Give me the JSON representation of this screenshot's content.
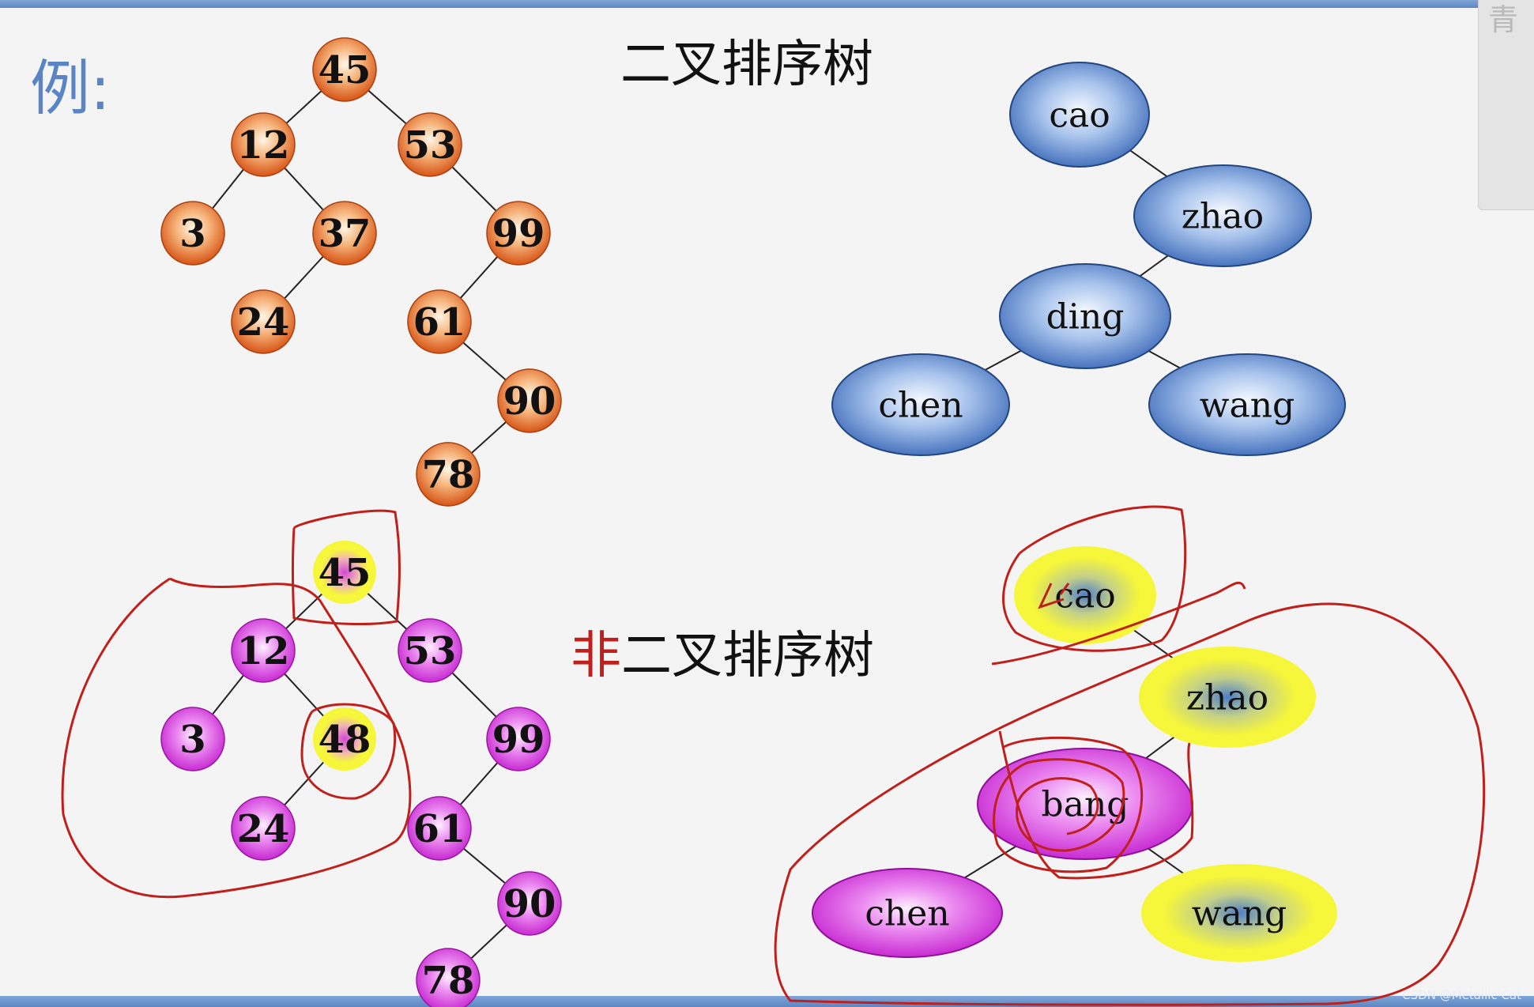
{
  "example_label": "例:",
  "title_bst": "二叉排序树",
  "title_non_prefix": "非",
  "title_non_rest": "二叉排序树",
  "watermark": "CSDN @Metallic Cat",
  "side_char": "青",
  "colors": {
    "orange_node": "#e0621c",
    "blue_node": "#3f71c0",
    "magenta_node": "#cf2bd8",
    "yellow_highlight": "#f6f63a",
    "annotation_red": "#c0201c"
  },
  "trees": [
    {
      "name": "number-bst",
      "style": "orange",
      "nodes": [
        {
          "id": "n45",
          "label": "45"
        },
        {
          "id": "n12",
          "label": "12"
        },
        {
          "id": "n53",
          "label": "53"
        },
        {
          "id": "n3",
          "label": "3"
        },
        {
          "id": "n37",
          "label": "37"
        },
        {
          "id": "n99",
          "label": "99"
        },
        {
          "id": "n24",
          "label": "24"
        },
        {
          "id": "n61",
          "label": "61"
        },
        {
          "id": "n90",
          "label": "90"
        },
        {
          "id": "n78",
          "label": "78"
        }
      ],
      "edges": [
        [
          "n45",
          "n12"
        ],
        [
          "n45",
          "n53"
        ],
        [
          "n12",
          "n3"
        ],
        [
          "n12",
          "n37"
        ],
        [
          "n37",
          "n24"
        ],
        [
          "n53",
          "n99"
        ],
        [
          "n99",
          "n61"
        ],
        [
          "n61",
          "n90"
        ],
        [
          "n90",
          "n78"
        ]
      ]
    },
    {
      "name": "name-bst",
      "style": "blue",
      "nodes": [
        {
          "id": "cao",
          "label": "cao"
        },
        {
          "id": "zhao",
          "label": "zhao"
        },
        {
          "id": "ding",
          "label": "ding"
        },
        {
          "id": "chen",
          "label": "chen"
        },
        {
          "id": "wang",
          "label": "wang"
        }
      ],
      "edges": [
        [
          "cao",
          "zhao"
        ],
        [
          "zhao",
          "ding"
        ],
        [
          "ding",
          "chen"
        ],
        [
          "ding",
          "wang"
        ]
      ]
    },
    {
      "name": "number-non-bst",
      "style": "magenta",
      "nodes": [
        {
          "id": "m45",
          "label": "45",
          "highlight": true
        },
        {
          "id": "m12",
          "label": "12"
        },
        {
          "id": "m53",
          "label": "53"
        },
        {
          "id": "m3",
          "label": "3"
        },
        {
          "id": "m48",
          "label": "48",
          "highlight": true
        },
        {
          "id": "m99",
          "label": "99"
        },
        {
          "id": "m24",
          "label": "24"
        },
        {
          "id": "m61",
          "label": "61"
        },
        {
          "id": "m90",
          "label": "90"
        },
        {
          "id": "m78",
          "label": "78"
        }
      ],
      "edges": [
        [
          "m45",
          "m12"
        ],
        [
          "m45",
          "m53"
        ],
        [
          "m12",
          "m3"
        ],
        [
          "m12",
          "m48"
        ],
        [
          "m48",
          "m24"
        ],
        [
          "m53",
          "m99"
        ],
        [
          "m99",
          "m61"
        ],
        [
          "m61",
          "m90"
        ],
        [
          "m90",
          "m78"
        ]
      ]
    },
    {
      "name": "name-non-bst",
      "style": "mixed",
      "nodes": [
        {
          "id": "cao2",
          "label": "cao",
          "fill": "yellow"
        },
        {
          "id": "zhao2",
          "label": "zhao",
          "fill": "yellow"
        },
        {
          "id": "bang2",
          "label": "bang",
          "fill": "magenta"
        },
        {
          "id": "chen2",
          "label": "chen",
          "fill": "magenta"
        },
        {
          "id": "wang2",
          "label": "wang",
          "fill": "yellow"
        }
      ],
      "edges": [
        [
          "cao2",
          "zhao2"
        ],
        [
          "zhao2",
          "bang2"
        ],
        [
          "bang2",
          "chen2"
        ],
        [
          "bang2",
          "wang2"
        ]
      ]
    }
  ]
}
